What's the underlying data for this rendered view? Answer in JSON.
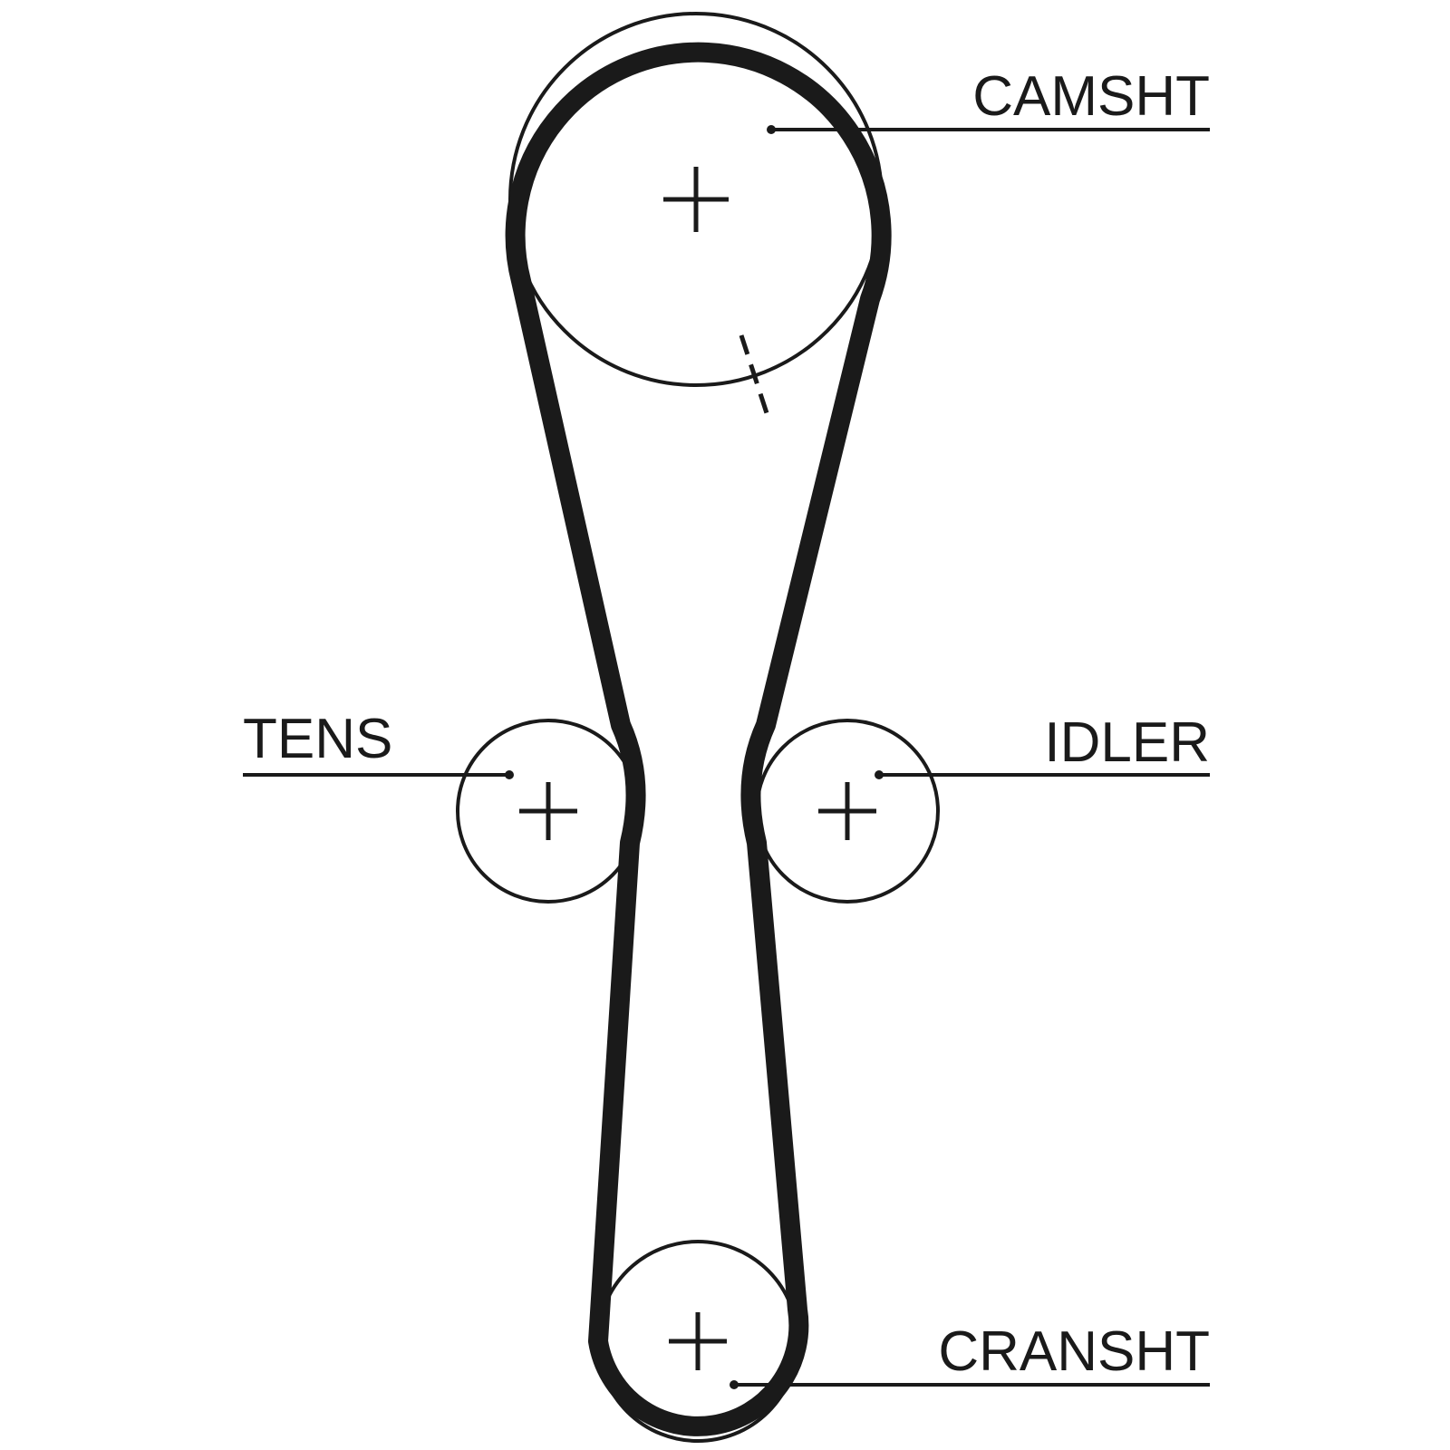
{
  "diagram": {
    "labels": {
      "camshaft": "CAMSHT",
      "tensioner": "TENS",
      "idler": "IDLER",
      "crankshaft": "CRANSHT"
    },
    "colors": {
      "line": "#1a1a1a",
      "background": "#ffffff"
    }
  }
}
